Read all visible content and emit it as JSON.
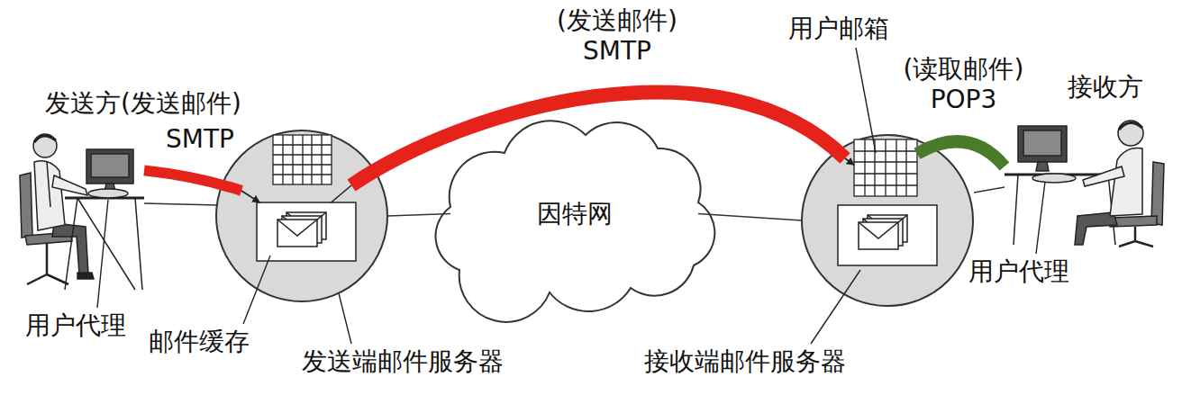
{
  "diagram": {
    "nodes": [
      {
        "text": [
          "发送方(发送邮件)"
        ]
      },
      {
        "text": [
          "发送端邮件服务器"
        ]
      },
      {
        "text": [
          "邮件缓存"
        ],
        "in": 1
      },
      {
        "text": [
          "因特网"
        ]
      },
      {
        "text": [
          "接收端邮件服务器"
        ]
      },
      {
        "text": [
          "用户邮箱"
        ],
        "in": 4
      },
      {
        "text": [
          "接收方"
        ]
      }
    ],
    "edges": [
      {
        "from": 0,
        "to": 2,
        "label": "SMTP",
        "arrow": "to"
      },
      {
        "from": 2,
        "to": 5,
        "label": "(发送邮件) SMTP",
        "arrow": "to"
      },
      {
        "from": 5,
        "to": 6,
        "label": "(读取邮件) POP3",
        "arrow": "none"
      },
      {
        "from": 1,
        "to": 3,
        "arrow": "none"
      },
      {
        "from": 3,
        "to": 4,
        "arrow": "none"
      }
    ],
    "labels": [
      "用户代理",
      "用户代理"
    ]
  }
}
